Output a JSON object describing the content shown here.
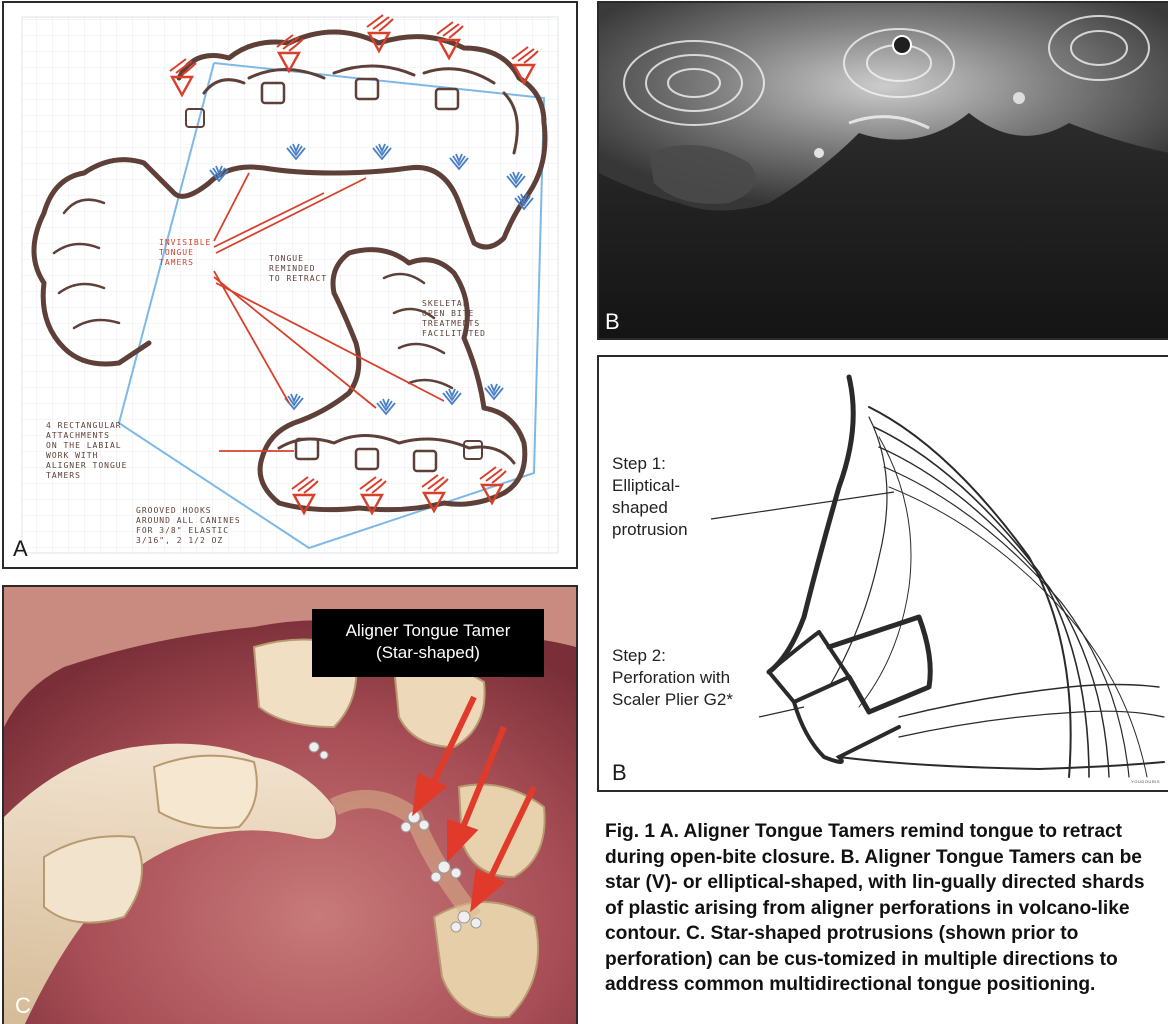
{
  "panel_a": {
    "letter": "A",
    "annotations": {
      "invisible_tamers": "INVISIBLE\nTONGUE\nTAMERS",
      "tongue_reminded": "TONGUE\nREMINDED\nTO RETRACT",
      "open_bite": "SKELETAL\nOPEN BITE\nTREATMENTS\nFACILITATED",
      "attachments": "4 RECTANGULAR\nATTACHMENTS\nON THE LABIAL\nWORK WITH\nALIGNER TONGUE\nTAMERS",
      "grooved_hooks": "GROOVED HOOKS\nAROUND ALL CANINES\nFOR 3/8\" ELASTIC\n3/16\", 2 1/2 OZ"
    }
  },
  "panel_b_photo": {
    "letter": "B"
  },
  "panel_b_drawing": {
    "letter": "B",
    "step1": "Step 1:\nElliptical-\nshaped\nprotrusion",
    "step2": "Step 2:\nPerforation with\nScaler Plier G2*",
    "credit": "YOUDOURIS"
  },
  "panel_c": {
    "letter": "C",
    "callout_line1": "Aligner Tongue Tamer",
    "callout_line2": "(Star-shaped)"
  },
  "caption": "Fig. 1  A. Aligner Tongue Tamers remind tongue to retract during open-bite closure.  B. Aligner Tongue Tamers can be star (V)- or elliptical-shaped, with lin-gually directed shards of plastic arising from aligner perforations in volcano-like contour.  C. Star-shaped protrusions (shown prior to perforation) can be cus-tomized in multiple directions to address common multidirectional tongue positioning.",
  "colors": {
    "sketch_brown": "#5e4038",
    "annotation_red": "#d8402c",
    "tamer_blue": "#4a80c8",
    "guide_lightblue": "#7eb8e6",
    "gingiva_pink": "#b5585c",
    "tooth_ivory": "#efe0c8",
    "callout_black": "#000000"
  }
}
